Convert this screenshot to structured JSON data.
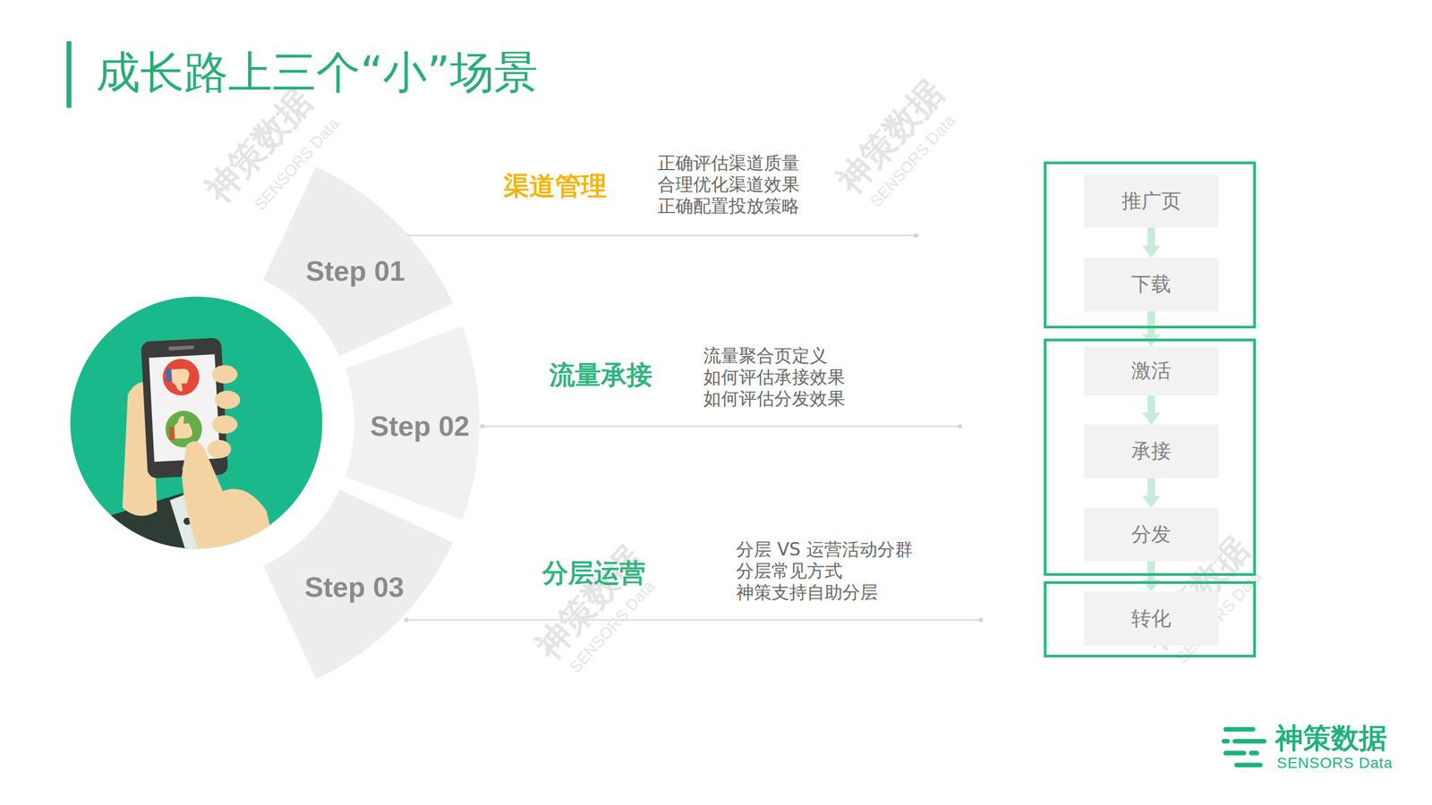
{
  "diagram": {
    "title": "成长路上三个“小”场景",
    "nodes": [
      {
        "text": [
          "Step 01"
        ]
      },
      {
        "text": [
          "Step 02"
        ]
      },
      {
        "text": [
          "Step 03"
        ]
      },
      {
        "text": []
      },
      {
        "text": [
          "推广页"
        ],
        "in": 3
      },
      {
        "text": [
          "下载"
        ],
        "in": 3
      },
      {
        "text": []
      },
      {
        "text": [
          "激活"
        ],
        "in": 6
      },
      {
        "text": [
          "承接"
        ],
        "in": 6
      },
      {
        "text": [
          "分发"
        ],
        "in": 6
      },
      {
        "text": []
      },
      {
        "text": [
          "转化"
        ],
        "in": 10
      }
    ],
    "edges": [
      {
        "from": 4,
        "to": 5,
        "arrow": "to"
      },
      {
        "from": 5,
        "to": 7,
        "arrow": "to"
      },
      {
        "from": 7,
        "to": 8,
        "arrow": "to"
      },
      {
        "from": 8,
        "to": 9,
        "arrow": "to"
      },
      {
        "from": 9,
        "to": 11,
        "arrow": "to"
      }
    ],
    "labels": [
      "渠道管理",
      "正确评估渠道质量",
      "合理优化渠道效果",
      "正确配置投放策略",
      "流量承接",
      "流量聚合页定义",
      "如何评估承接效果",
      "如何评估分发效果",
      "分层运营",
      "分层 VS 运营活动分群",
      "分层常见方式",
      "神策支持自助分层",
      "神策数据",
      "SENSORS Data",
      "神策数据",
      "SENSORS Data",
      "神策数据",
      "SENSORS Data",
      "神策数据",
      "SENSORS Data",
      "神策数据",
      "SENSORS Data"
    ]
  }
}
